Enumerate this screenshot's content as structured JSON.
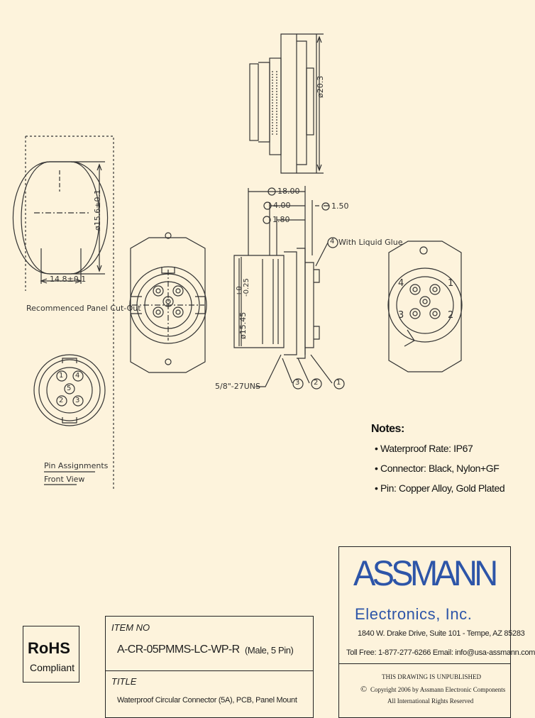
{
  "drawing": {
    "dimensions": {
      "diameter_top": "ø20.3",
      "cutout_diameter": "ø15.6±0.1",
      "cutout_width": "14.8±0.1",
      "len_18": "18.00",
      "len_4": "4.00",
      "len_1_80": "1.80",
      "len_1_50": "1.50",
      "diameter_side": "ø15.45",
      "tol_plus": "+0",
      "tol_minus": "-0.25",
      "thread": "5/8\"-27UNS"
    },
    "labels": {
      "cutout": "Recommenced Panel Cut-Out",
      "pin_assign_1": "Pin Assignments",
      "pin_assign_2": "Front View",
      "liquid_glue": "With Liquid Glue"
    },
    "callouts": [
      "1",
      "2",
      "3",
      "4"
    ],
    "pins": [
      "1",
      "2",
      "3",
      "4",
      "5"
    ]
  },
  "notes": {
    "title": "Notes:",
    "items": [
      "• Waterproof Rate: IP67",
      "• Connector: Black, Nylon+GF",
      "• Pin: Copper Alloy, Gold Plated"
    ]
  },
  "rohs": {
    "line1": "RoHS",
    "line2": "Compliant"
  },
  "title_block": {
    "item_no_label": "ITEM NO",
    "item_no": "A-CR-05PMMS-LC-WP-R",
    "item_variant": "(Male, 5 Pin)",
    "title_label": "TITLE",
    "title": "Waterproof Circular Connector (5A), PCB, Panel Mount"
  },
  "company": {
    "name": "ASSMANN",
    "sub": "Electronics, Inc.",
    "address": "1840 W. Drake Drive, Suite 101 - Tempe, AZ 85283",
    "contact": "Toll Free: 1-877-277-6266   Email: info@usa-assmann.com",
    "unpublished": "THIS DRAWING IS UNPUBLISHED",
    "copyright": "Copyright 2006 by Assmann Electronic Components",
    "rights": "All International Rights Reserved",
    "brand_color": "#2d55a8"
  }
}
